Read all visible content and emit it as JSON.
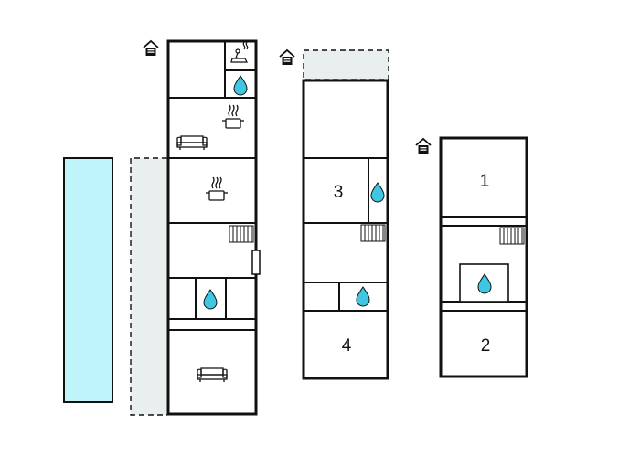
{
  "floors": [
    {
      "level": "ground",
      "icons": [
        "house-level-icon",
        "hot-tub-icon",
        "water-drop-icon",
        "cooking-pot-icon",
        "sofa-icon",
        "cooking-pot-icon",
        "stairs-icon",
        "door-icon",
        "water-drop-icon",
        "sofa-icon"
      ],
      "rooms": []
    },
    {
      "level": "first",
      "icons": [
        "house-level-icon",
        "water-drop-icon",
        "stairs-icon",
        "water-drop-icon"
      ],
      "rooms": [
        {
          "label": "3"
        },
        {
          "label": "4"
        }
      ]
    },
    {
      "level": "second",
      "icons": [
        "house-level-icon",
        "stairs-icon",
        "water-drop-icon"
      ],
      "rooms": [
        {
          "label": "1"
        },
        {
          "label": "2"
        }
      ]
    }
  ],
  "colors": {
    "pool": "#bff4fa",
    "terrace": "#e9efef",
    "water": "#3fc6e2",
    "wall": "#111111"
  }
}
